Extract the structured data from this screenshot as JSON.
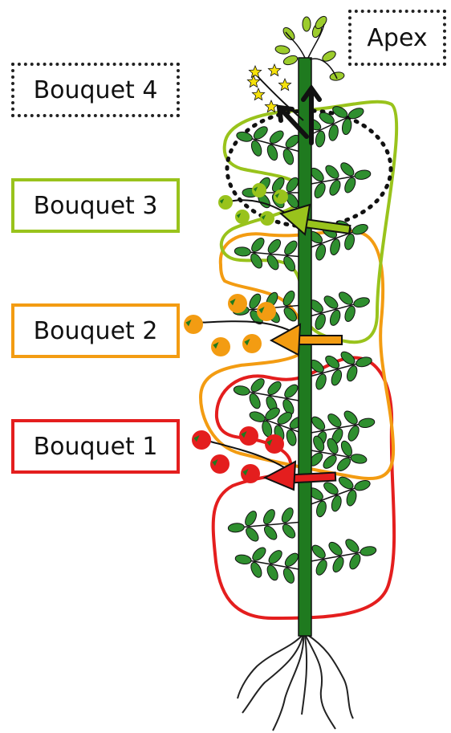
{
  "labels": {
    "apex": "Apex",
    "bouquet4": "Bouquet 4",
    "bouquet3": "Bouquet 3",
    "bouquet2": "Bouquet 2",
    "bouquet1": "Bouquet 1"
  },
  "colors": {
    "stem": "#1f7a1f",
    "leaf": "#2f8f2f",
    "bouquet1": "#e41e1e",
    "bouquet2": "#f39c12",
    "bouquet3": "#99c31c",
    "bouquet4_flower": "#f5e10a",
    "apex_marker": "#111111",
    "roots": "#222222"
  },
  "icons": {
    "stem": "plant-stem",
    "leaf": "compound-leaf",
    "fruit": "tomato-fruit",
    "flower": "star-flower",
    "arrow": "block-arrow",
    "roots": "root-system"
  }
}
